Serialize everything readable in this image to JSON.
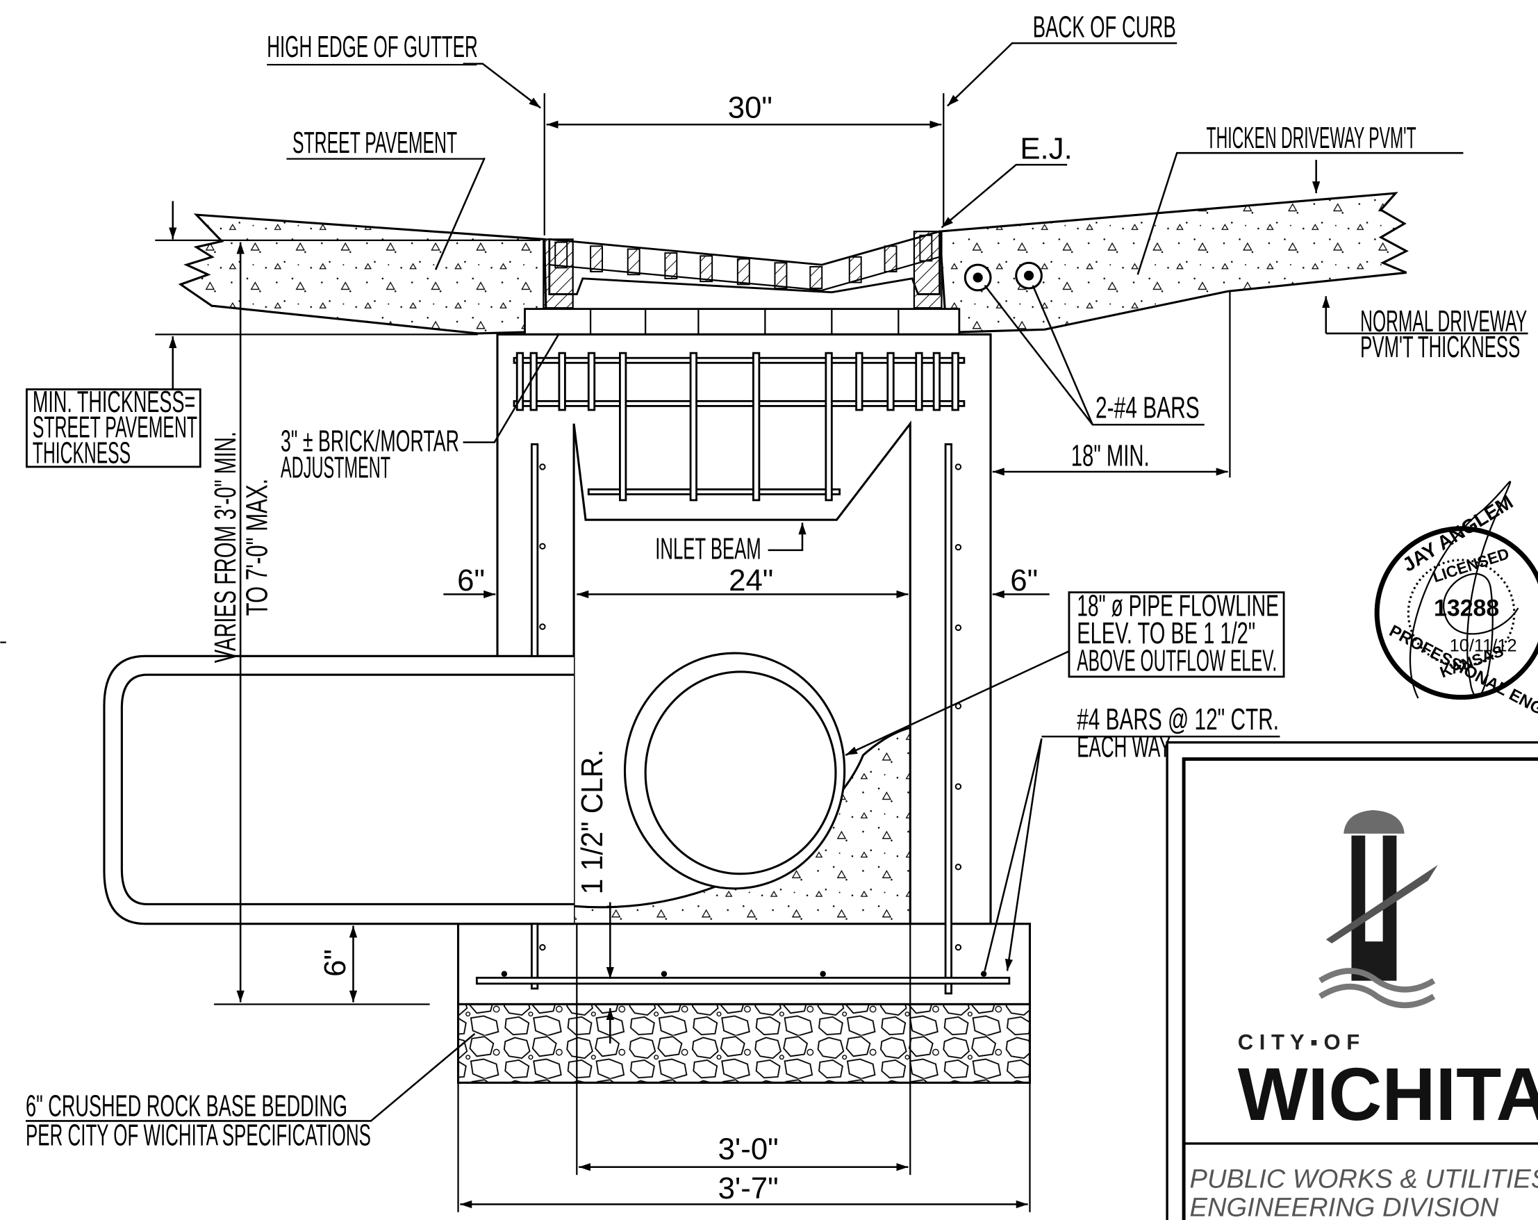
{
  "labels": {
    "high_edge_gutter": "HIGH EDGE OF GUTTER",
    "back_of_curb": "BACK OF CURB",
    "gutter_width": "30\"",
    "street_pavement": "STREET PAVEMENT",
    "ej": "E.J.",
    "thicken_driveway": "THICKEN DRIVEWAY PVM'T",
    "normal_driveway_1": "NORMAL DRIVEWAY",
    "normal_driveway_2": "PVM'T THICKNESS",
    "min_thickness_1": "MIN. THICKNESS=",
    "min_thickness_2": "STREET PAVEMENT",
    "min_thickness_3": "THICKNESS",
    "brick_1": "3\" ± BRICK/MORTAR",
    "brick_2": "ADJUSTMENT",
    "two_bars": "2-#4 BARS",
    "eighteen_min": "18\" MIN.",
    "varies_1": "VARIES FROM 3'-0\" MIN.",
    "varies_2": "TO 7'-0\" MAX.",
    "inlet_beam": "INLET BEAM",
    "six_left": "6\"",
    "six_right": "6\"",
    "inner_width": "24\"",
    "pipe_1": "18\" ø PIPE FLOWLINE",
    "pipe_2": "ELEV. TO BE 1 1/2\"",
    "pipe_3": "ABOVE OUTFLOW ELEV.",
    "bars_1": "#4 BARS @ 12\" CTR.",
    "bars_2": "EACH WAY",
    "clr": "1 1/2\" CLR.",
    "six_bottom": "6\"",
    "rock_1": "6\" CRUSHED ROCK BASE BEDDING",
    "rock_2": "PER CITY OF WICHITA SPECIFICATIONS",
    "dim_inner": "3'-0\"",
    "dim_outer": "3'-7\""
  },
  "seal": {
    "top": "JAY ANGLEM",
    "licensed": "LICENSED",
    "number": "13288",
    "date": "10/11/12",
    "state": "KANSAS",
    "bottom": "PROFESSIONAL ENGINEER"
  },
  "title_block": {
    "city_of": "C I T Y ▪ O F",
    "city_name": "WICHITA",
    "dept_1": "PUBLIC WORKS & UTILITIES",
    "dept_2": "ENGINEERING DIVISION"
  },
  "colors": {
    "ink": "#000000",
    "paper": "#ffffff",
    "logo_gray": "#555555"
  }
}
